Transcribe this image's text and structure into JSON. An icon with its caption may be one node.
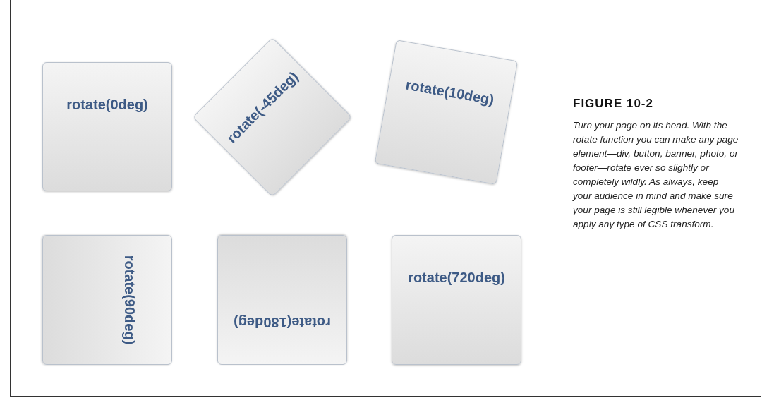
{
  "diagram": {
    "title": "FIGURE 10-2",
    "caption": "Turn your page on its head. With the rotate function you can make any page element—div, button, banner, photo, or footer—rotate ever so slightly or completely wildly. As always, keep your audience in mind and make sure your page is still legible whenever you apply any type of CSS transform.",
    "nodes": [
      {
        "text": [
          "rotate(0deg)"
        ]
      },
      {
        "text": [
          "rotate(-45deg)"
        ]
      },
      {
        "text": [
          "rotate(10deg)"
        ]
      },
      {
        "text": [
          "rotate(90deg)"
        ]
      },
      {
        "text": [
          "rotate(180deg)"
        ]
      },
      {
        "text": [
          "rotate(720deg)"
        ]
      }
    ]
  }
}
